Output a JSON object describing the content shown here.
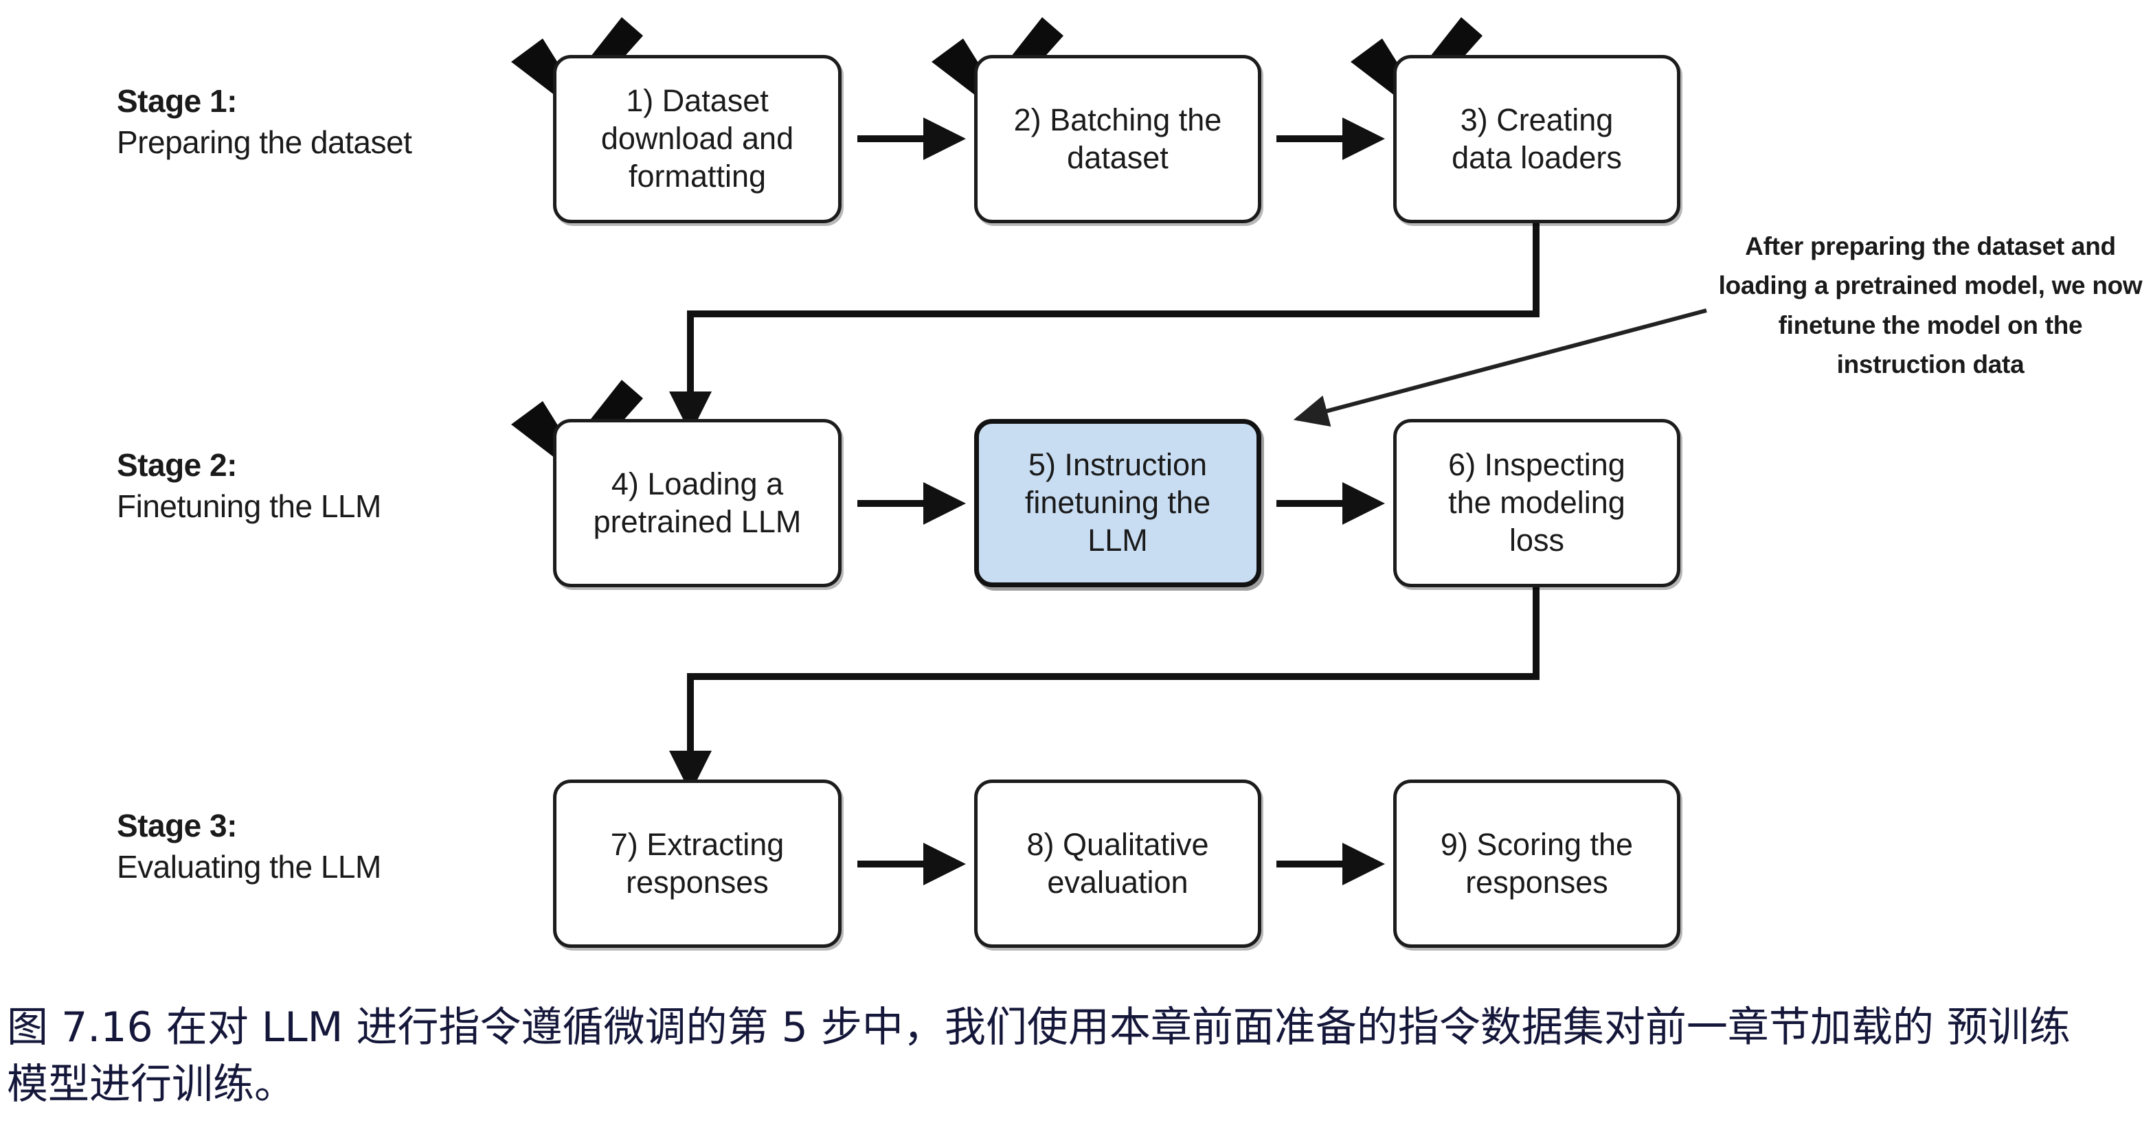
{
  "figure": {
    "stages": [
      {
        "id": "stage-1",
        "title": "Stage 1:",
        "subtitle": "Preparing the dataset"
      },
      {
        "id": "stage-2",
        "title": "Stage 2:",
        "subtitle": "Finetuning the LLM"
      },
      {
        "id": "stage-3",
        "title": "Stage 3:",
        "subtitle": "Evaluating the LLM"
      }
    ],
    "nodes": [
      {
        "id": "node-1",
        "line1": "1) Dataset",
        "line2": "download and",
        "line3": "formatting",
        "checked": true,
        "highlight": false
      },
      {
        "id": "node-2",
        "line1": "2) Batching the",
        "line2": "dataset",
        "line3": "",
        "checked": true,
        "highlight": false
      },
      {
        "id": "node-3",
        "line1": "3) Creating",
        "line2": "data loaders",
        "line3": "",
        "checked": true,
        "highlight": false
      },
      {
        "id": "node-4",
        "line1": "4) Loading a",
        "line2": "pretrained LLM",
        "line3": "",
        "checked": true,
        "highlight": false
      },
      {
        "id": "node-5",
        "line1": "5) Instruction",
        "line2": "finetuning the",
        "line3": "LLM",
        "checked": false,
        "highlight": true
      },
      {
        "id": "node-6",
        "line1": "6) Inspecting",
        "line2": "the modeling",
        "line3": "loss",
        "checked": false,
        "highlight": false
      },
      {
        "id": "node-7",
        "line1": "7) Extracting",
        "line2": "responses",
        "line3": "",
        "checked": false,
        "highlight": false
      },
      {
        "id": "node-8",
        "line1": "8) Qualitative",
        "line2": "evaluation",
        "line3": "",
        "checked": false,
        "highlight": false
      },
      {
        "id": "node-9",
        "line1": "9) Scoring the",
        "line2": "responses",
        "line3": "",
        "checked": false,
        "highlight": false
      }
    ],
    "annotation": {
      "line1": "After preparing the dataset and",
      "line2": "loading a pretrained model, we",
      "line3": "now finetune the model on the",
      "line4": "instruction data"
    },
    "caption": {
      "line1": "图 7.16 在对 LLM 进行指令遵循微调的第 5 步中，我们使用本章前面准备的指令数据集对前一章节加载的",
      "line2": "预训练模型进行训练。"
    },
    "colors": {
      "highlight_fill": "#c8ddf2",
      "stroke": "#1c1c1c",
      "text": "#1a1a1a",
      "caption_text": "#15173a",
      "background": "#ffffff"
    }
  }
}
